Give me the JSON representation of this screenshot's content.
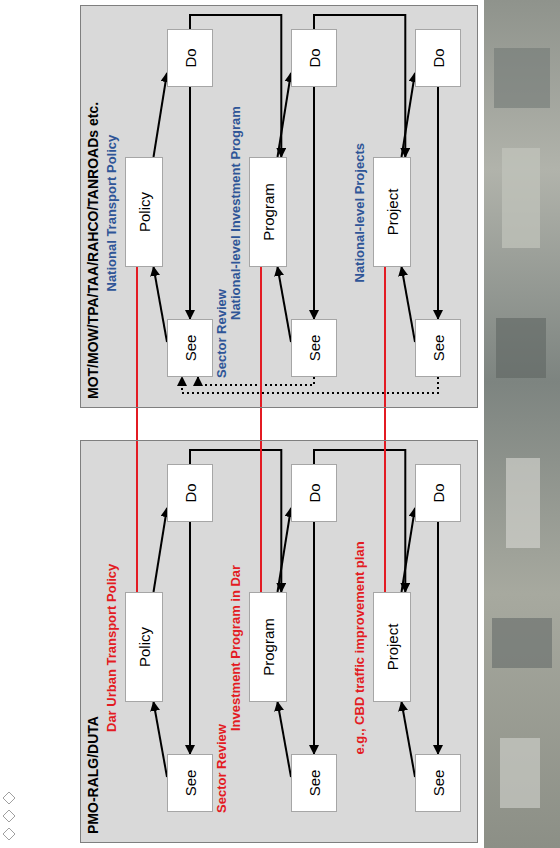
{
  "diagram": {
    "nodes": [
      {
        "text": [
          "PMO-RALG/DUTA"
        ]
      },
      {
        "text": [
          "Policy"
        ],
        "in": 0
      },
      {
        "text": [
          "Do"
        ],
        "in": 0
      },
      {
        "text": [
          "See"
        ],
        "in": 0
      },
      {
        "text": [
          "Program"
        ],
        "in": 0
      },
      {
        "text": [
          "Do"
        ],
        "in": 0
      },
      {
        "text": [
          "See"
        ],
        "in": 0
      },
      {
        "text": [
          "Project"
        ],
        "in": 0
      },
      {
        "text": [
          "Do"
        ],
        "in": 0
      },
      {
        "text": [
          "See"
        ],
        "in": 0
      },
      {
        "text": [
          "MOT/MOW/TPA/TAA/RAHCO/TANROADs etc."
        ]
      },
      {
        "text": [
          "Policy"
        ],
        "in": 10
      },
      {
        "text": [
          "Do"
        ],
        "in": 10
      },
      {
        "text": [
          "See"
        ],
        "in": 10
      },
      {
        "text": [
          "Program"
        ],
        "in": 10
      },
      {
        "text": [
          "Do"
        ],
        "in": 10
      },
      {
        "text": [
          "See"
        ],
        "in": 10
      },
      {
        "text": [
          "Project"
        ],
        "in": 10
      },
      {
        "text": [
          "Do"
        ],
        "in": 10
      },
      {
        "text": [
          "See"
        ],
        "in": 10
      }
    ],
    "edges": [
      {
        "from": 3,
        "to": 1,
        "arrow": "to"
      },
      {
        "from": 1,
        "to": 2,
        "arrow": "to"
      },
      {
        "from": 2,
        "to": 3,
        "arrow": "to"
      },
      {
        "from": 2,
        "to": 4,
        "arrow": "to"
      },
      {
        "from": 6,
        "to": 4,
        "arrow": "to"
      },
      {
        "from": 4,
        "to": 5,
        "arrow": "to"
      },
      {
        "from": 5,
        "to": 6,
        "arrow": "to"
      },
      {
        "from": 5,
        "to": 7,
        "arrow": "to"
      },
      {
        "from": 9,
        "to": 7,
        "arrow": "to"
      },
      {
        "from": 7,
        "to": 8,
        "arrow": "to"
      },
      {
        "from": 8,
        "to": 9,
        "arrow": "to"
      },
      {
        "from": 13,
        "to": 11,
        "arrow": "to"
      },
      {
        "from": 11,
        "to": 12,
        "arrow": "to"
      },
      {
        "from": 12,
        "to": 13,
        "arrow": "to"
      },
      {
        "from": 12,
        "to": 14,
        "arrow": "to"
      },
      {
        "from": 16,
        "to": 14,
        "arrow": "to"
      },
      {
        "from": 14,
        "to": 15,
        "arrow": "to"
      },
      {
        "from": 15,
        "to": 16,
        "arrow": "to"
      },
      {
        "from": 15,
        "to": 17,
        "arrow": "to"
      },
      {
        "from": 19,
        "to": 17,
        "arrow": "to"
      },
      {
        "from": 17,
        "to": 18,
        "arrow": "to"
      },
      {
        "from": 18,
        "to": 19,
        "arrow": "to"
      },
      {
        "from": 16,
        "to": 13,
        "arrow": "to"
      },
      {
        "from": 19,
        "to": 13,
        "arrow": "to"
      },
      {
        "from": 1,
        "to": 11,
        "arrow": "none"
      },
      {
        "from": 4,
        "to": 14,
        "arrow": "none"
      },
      {
        "from": 7,
        "to": 17,
        "arrow": "none"
      }
    ],
    "labels": [
      "Dar Urban Transport Policy",
      "Sector Review",
      "Investment Program in Dar",
      "e.g., CBD traffic improvement plan",
      "National Transport Policy",
      "Sector Review",
      "National-level Investment Program",
      "National-level Projects"
    ]
  }
}
